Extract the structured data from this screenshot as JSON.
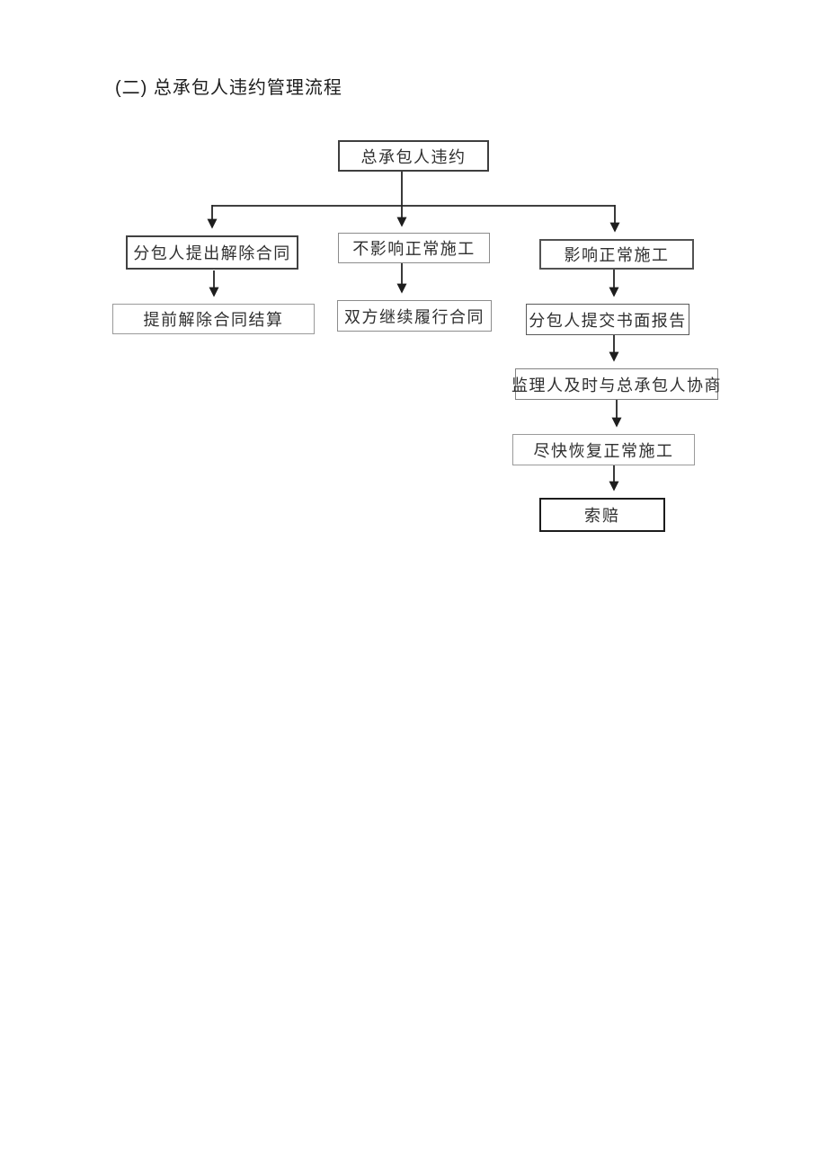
{
  "page": {
    "title": "(二) 总承包人违约管理流程"
  },
  "flowchart": {
    "line_color": "#222222",
    "box_background": "#ffffff",
    "nodes": {
      "root": {
        "label": "总承包人违约"
      },
      "terminate": {
        "label": "分包人提出解除合同"
      },
      "no_impact": {
        "label": "不影响正常施工"
      },
      "impact": {
        "label": "影响正常施工"
      },
      "settlement": {
        "label": "提前解除合同结算"
      },
      "continue": {
        "label": "双方继续履行合同"
      },
      "report": {
        "label": "分包人提交书面报告"
      },
      "negotiate": {
        "label": "监理人及时与总承包人协商"
      },
      "resume": {
        "label": "尽快恢复正常施工"
      },
      "claim": {
        "label": "索赔"
      }
    }
  }
}
